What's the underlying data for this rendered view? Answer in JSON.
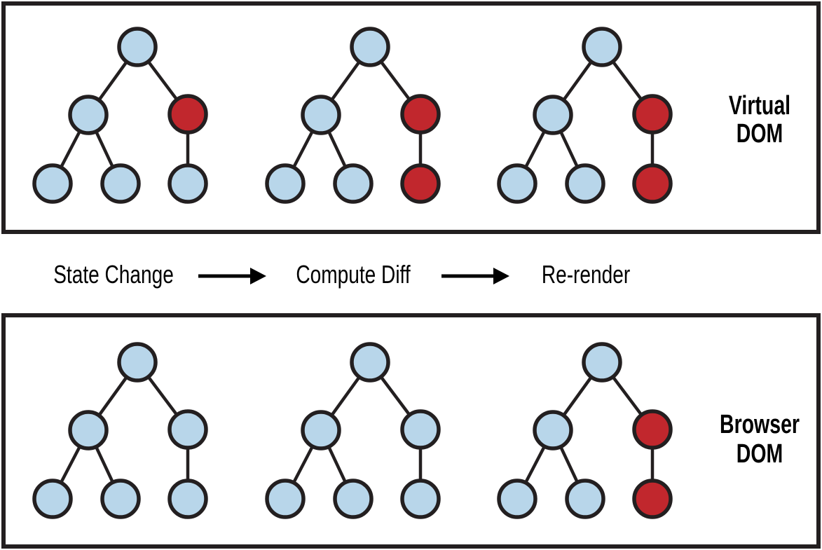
{
  "title": "Virtual DOM vs Browser DOM re-render diagram",
  "palette": {
    "node_blue": "#b8d6ea",
    "node_red": "#c1272d",
    "stroke": "#231f20",
    "text": "#000000",
    "background": "#ffffff"
  },
  "panels": [
    {
      "name": "virtual-dom",
      "label_lines": [
        "Virtual",
        "DOM"
      ],
      "trees": [
        {
          "nodes": [
            "blue",
            "blue",
            "red",
            "blue",
            "blue",
            "blue"
          ]
        },
        {
          "nodes": [
            "blue",
            "blue",
            "red",
            "blue",
            "blue",
            "red"
          ]
        },
        {
          "nodes": [
            "blue",
            "blue",
            "red",
            "blue",
            "blue",
            "red"
          ]
        }
      ]
    },
    {
      "name": "browser-dom",
      "label_lines": [
        "Browser",
        "DOM"
      ],
      "trees": [
        {
          "nodes": [
            "blue",
            "blue",
            "blue",
            "blue",
            "blue",
            "blue"
          ]
        },
        {
          "nodes": [
            "blue",
            "blue",
            "blue",
            "blue",
            "blue",
            "blue"
          ]
        },
        {
          "nodes": [
            "blue",
            "blue",
            "red",
            "blue",
            "blue",
            "red"
          ]
        }
      ]
    }
  ],
  "process": {
    "steps": [
      "State Change",
      "Compute Diff",
      "Re-render"
    ]
  }
}
